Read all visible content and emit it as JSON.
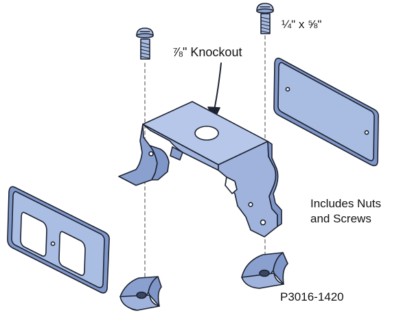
{
  "labels": {
    "screw_size": "¼\" x ⅝\"",
    "knockout": "⅞\" Knockout",
    "includes_line1": "Includes Nuts",
    "includes_line2": "and Screws",
    "part_number": "P3016-1420"
  },
  "colors": {
    "metal_fill": "#9fb3dc",
    "metal_dark": "#7f96c8",
    "metal_light": "#c5d3ee",
    "outline": "#1c2230",
    "dash": "#555555"
  }
}
